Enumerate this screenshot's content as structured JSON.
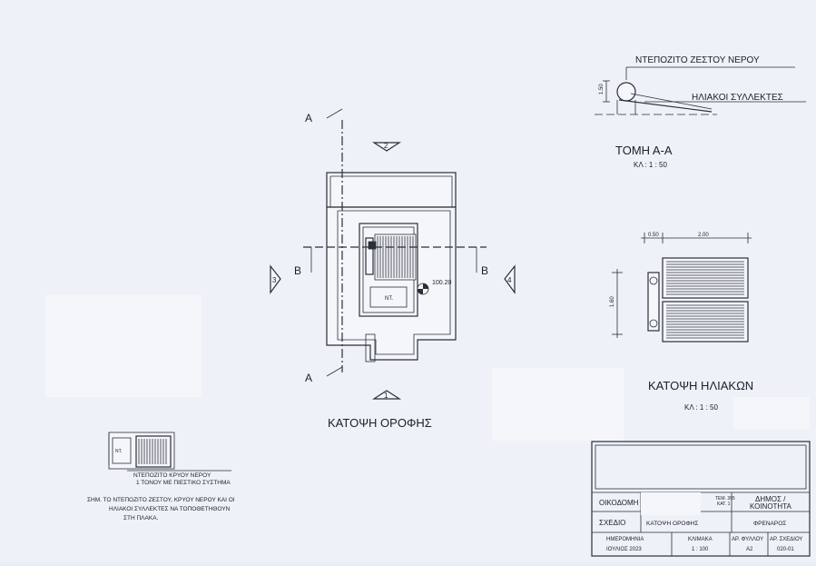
{
  "section_view": {
    "heater_label": "ΝΤΕΠΟΖΙΤΟ ΖΕΣΤΟΥ ΝΕΡΟΥ",
    "collector_label": "ΗΛΙΑΚΟΙ ΣΥΛΛΕΚΤΕΣ",
    "height_dim": "1.50",
    "title": "ΤΟΜΗ Α-Α",
    "scale": "ΚΛ : 1 : 50"
  },
  "roof_plan": {
    "title": "ΚΑΤΟΨΗ ΟΡΟΦΗΣ",
    "section_a": "A",
    "section_b": "B",
    "elevation": "100.20",
    "tank_label": "ΝΤ.",
    "views": [
      "1",
      "2",
      "3",
      "4"
    ]
  },
  "collector_plan": {
    "title": "ΚΑΤΟΨΗ ΗΛΙΑΚΩΝ",
    "scale": "ΚΛ : 1 : 50",
    "dim_top_left": "0.50",
    "dim_top_right": "2.00",
    "dim_side": "1.60"
  },
  "legend": {
    "tank_label": "ΝΤ.",
    "line1": "ΝΤΕΠΟΖΙΤΟ ΚΡΥΟΥ ΝΕΡΟΥ",
    "line2": "1 ΤΟΝΟΥ ΜΕ ΠΙΕΣΤΙΚΟ ΣΥΣΤΗΜΑ"
  },
  "note": {
    "line1": "ΣΗΜ. ΤΟ ΝΤΕΠΟΖΙΤΟ ΖΕΣΤΟΥ, ΚΡΥΟΥ ΝΕΡΟΥ ΚΑΙ ΟΙ",
    "line2": "ΗΛΙΑΚΟΙ ΣΥΛΛΕΚΤΕΣ ΝΑ ΤΟΠΟΘΕΤΗΘΟΥΝ",
    "line3": "ΣΤΗ ΠΛΑΚΑ."
  },
  "title_block": {
    "oikodomi_label": "ΟΙΚΟΔΟΜΗ",
    "tem_line1": "ΤΕΜ. 395",
    "tem_line2": "ΚΑΤ. 1",
    "dimos_line1": "ΔΗΜΟΣ /",
    "dimos_line2": "ΚΟΙΝΟΤΗΤΑ",
    "schedio_label": "ΣΧΕΔΙΟ",
    "schedio_value": "ΚΑΤΟΨΗ ΟΡΟΦΗΣ",
    "dimos_value": "ΦΡΕΝΑΡΟΣ",
    "date_label": "ΗΜΕΡΟΜΗΝΙΑ",
    "date_value": "ΙΟΥΛΙΟΣ 2023",
    "scale_label": "ΚΛΙΜΑΚΑ",
    "scale_value": "1 : 100",
    "sheet_label": "ΑΡ. ΦΥΛΛΟΥ",
    "sheet_value": "Α2",
    "drawing_label": "ΑΡ. ΣΧΕΔΙΟΥ",
    "drawing_value": "020-01"
  }
}
